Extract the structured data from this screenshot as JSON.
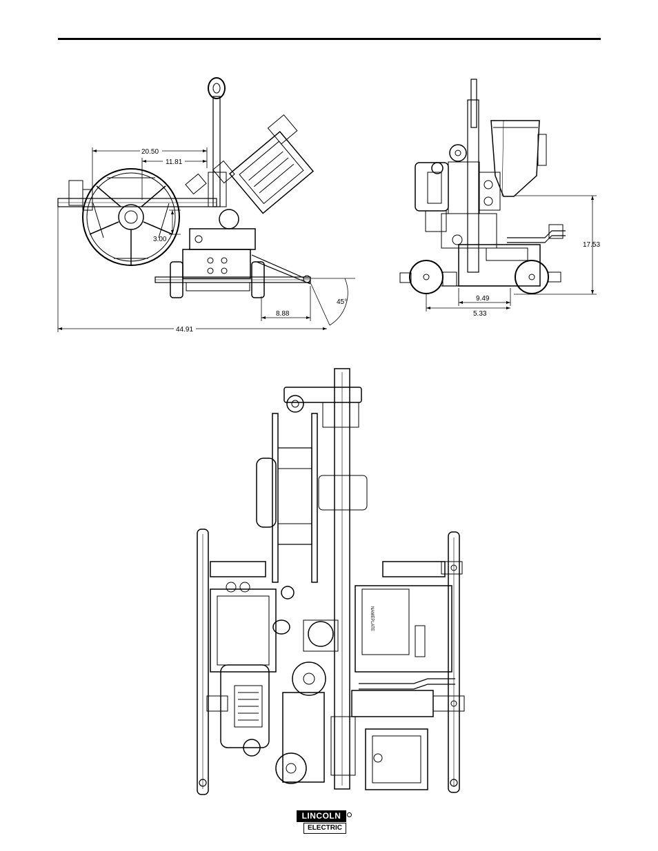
{
  "dimensions": {
    "side_view": {
      "d1": "20.50",
      "d2": "11.81",
      "d3": "3.00",
      "d4": "8.88",
      "d5": "44.91",
      "angle": "45°"
    },
    "front_view": {
      "height": "17.53",
      "d1": "9.49",
      "d2": "5.33"
    }
  },
  "nameplate": "NAMEPLATE",
  "logo": {
    "top": "LINCOLN",
    "bottom": "ELECTRIC"
  }
}
